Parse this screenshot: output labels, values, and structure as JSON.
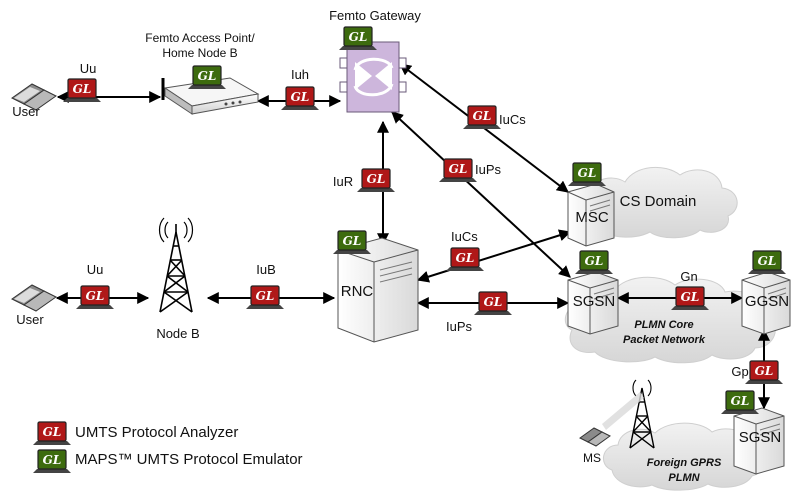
{
  "labels": {
    "femto_gateway": "Femto Gateway",
    "femto_ap_line1": "Femto Access Point/",
    "femto_ap_line2": "Home Node B",
    "user_top": "User",
    "user_bottom": "User",
    "node_b": "Node B",
    "rnc": "RNC",
    "msc": "MSC",
    "cs_domain": "CS Domain",
    "sgsn": "SGSN",
    "ggsn": "GGSN",
    "sgsn_foreign": "SGSN",
    "ms": "MS",
    "plmn_core_line1": "PLMN Core",
    "plmn_core_line2": "Packet Network",
    "foreign_line1": "Foreign GPRS",
    "foreign_line2": "PLMN"
  },
  "interfaces": {
    "uu_top": "Uu",
    "iuh": "Iuh",
    "iucs_top": "IuCs",
    "iups_top": "IuPs",
    "iur": "IuR",
    "iucs_mid": "IuCs",
    "uu_bottom": "Uu",
    "iub": "IuB",
    "iups_bottom": "IuPs",
    "gn": "Gn",
    "gp": "Gp"
  },
  "badge_text": "GL",
  "legend": {
    "analyzer": "UMTS Protocol Analyzer",
    "emulator": "MAPS™ UMTS Protocol Emulator"
  },
  "colors": {
    "analyzer_red": "#b01818",
    "emulator_green": "#3d6b0e",
    "gateway_purple": "#c9b2d6",
    "cloud_gray": "#e6e6e6",
    "server_gray": "#f4f4f4"
  }
}
